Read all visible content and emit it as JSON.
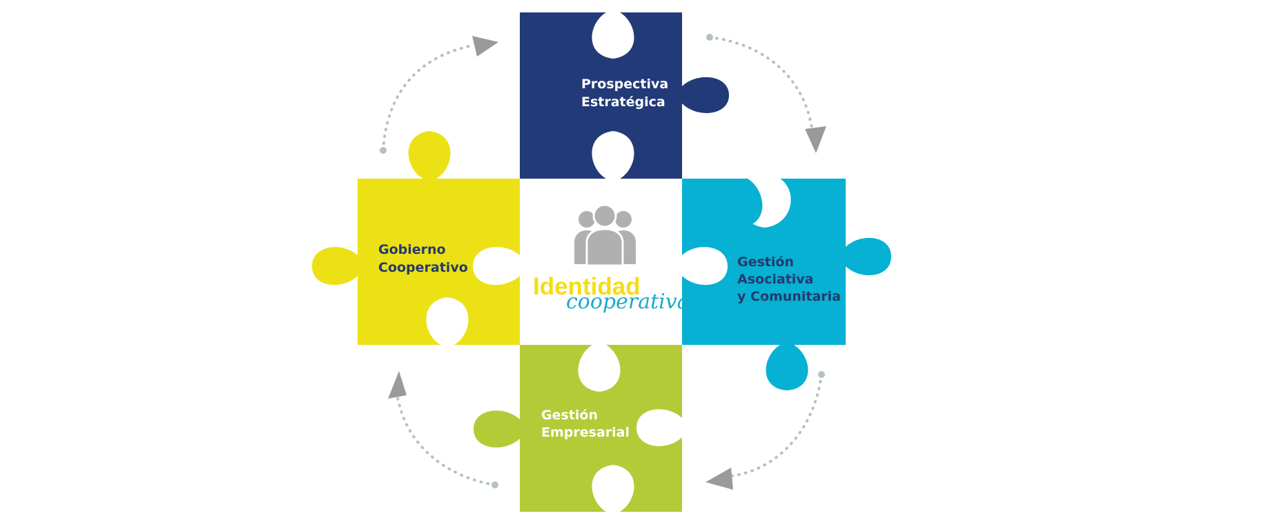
{
  "colors": {
    "blue_dark": "#233a78",
    "blue_light": "#06b1d3",
    "yellow": "#ece114",
    "green": "#b3cb37",
    "arrow_gray": "#9a9a9a",
    "dot_gray": "#b4c1c3",
    "people_gray": "#b0b0b0",
    "white_text": "#ffffff",
    "dark_text": "#243a6e",
    "identidad": "#f5dd13",
    "cooperativa": "#1aa9c9"
  },
  "pieces": {
    "prospectiva": {
      "line1": "Prospectiva",
      "line2": "Estratégica"
    },
    "gobierno": {
      "line1": "Gobierno",
      "line2": "Cooperativo"
    },
    "asociativa": {
      "line1": "Gestión",
      "line2": "Asociativa",
      "line3": "y Comunitaria"
    },
    "empresarial": {
      "line1": "Gestión",
      "line2": "Empresarial"
    }
  },
  "center": {
    "icon": "people-group-icon",
    "title": "Identidad",
    "subtitle": "cooperativa"
  },
  "cycle_arrows": [
    "top-right",
    "bottom-right",
    "bottom-left",
    "top-left"
  ]
}
